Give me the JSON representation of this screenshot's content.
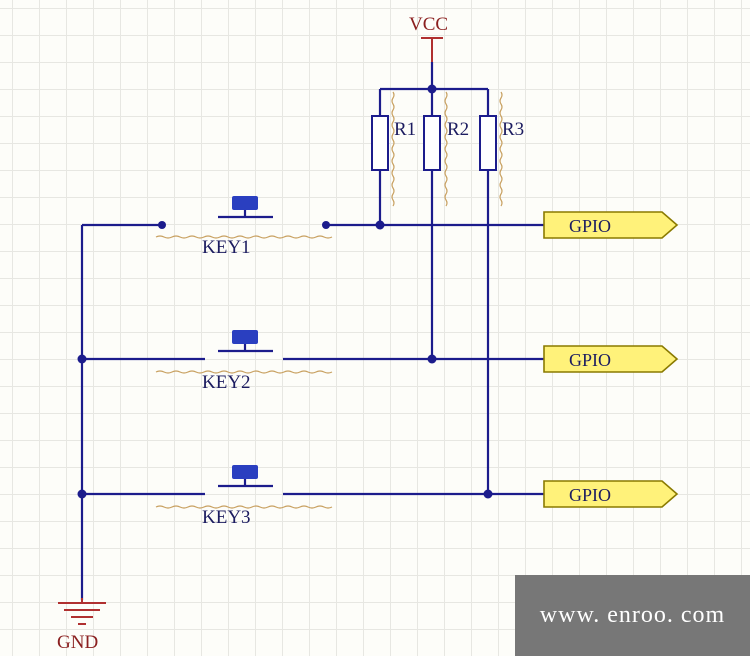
{
  "labels": {
    "vcc": "VCC",
    "gnd": "GND",
    "r1": "R1",
    "r2": "R2",
    "r3": "R3",
    "key1": "KEY1",
    "key2": "KEY2",
    "key3": "KEY3",
    "gpio1": "GPIO",
    "gpio2": "GPIO",
    "gpio3": "GPIO"
  },
  "watermark": "www. enroo. com",
  "colors": {
    "wire": "#1c1c8c",
    "power": "#b03030",
    "port_fill": "#fff27a",
    "button": "#2a3fc0"
  }
}
